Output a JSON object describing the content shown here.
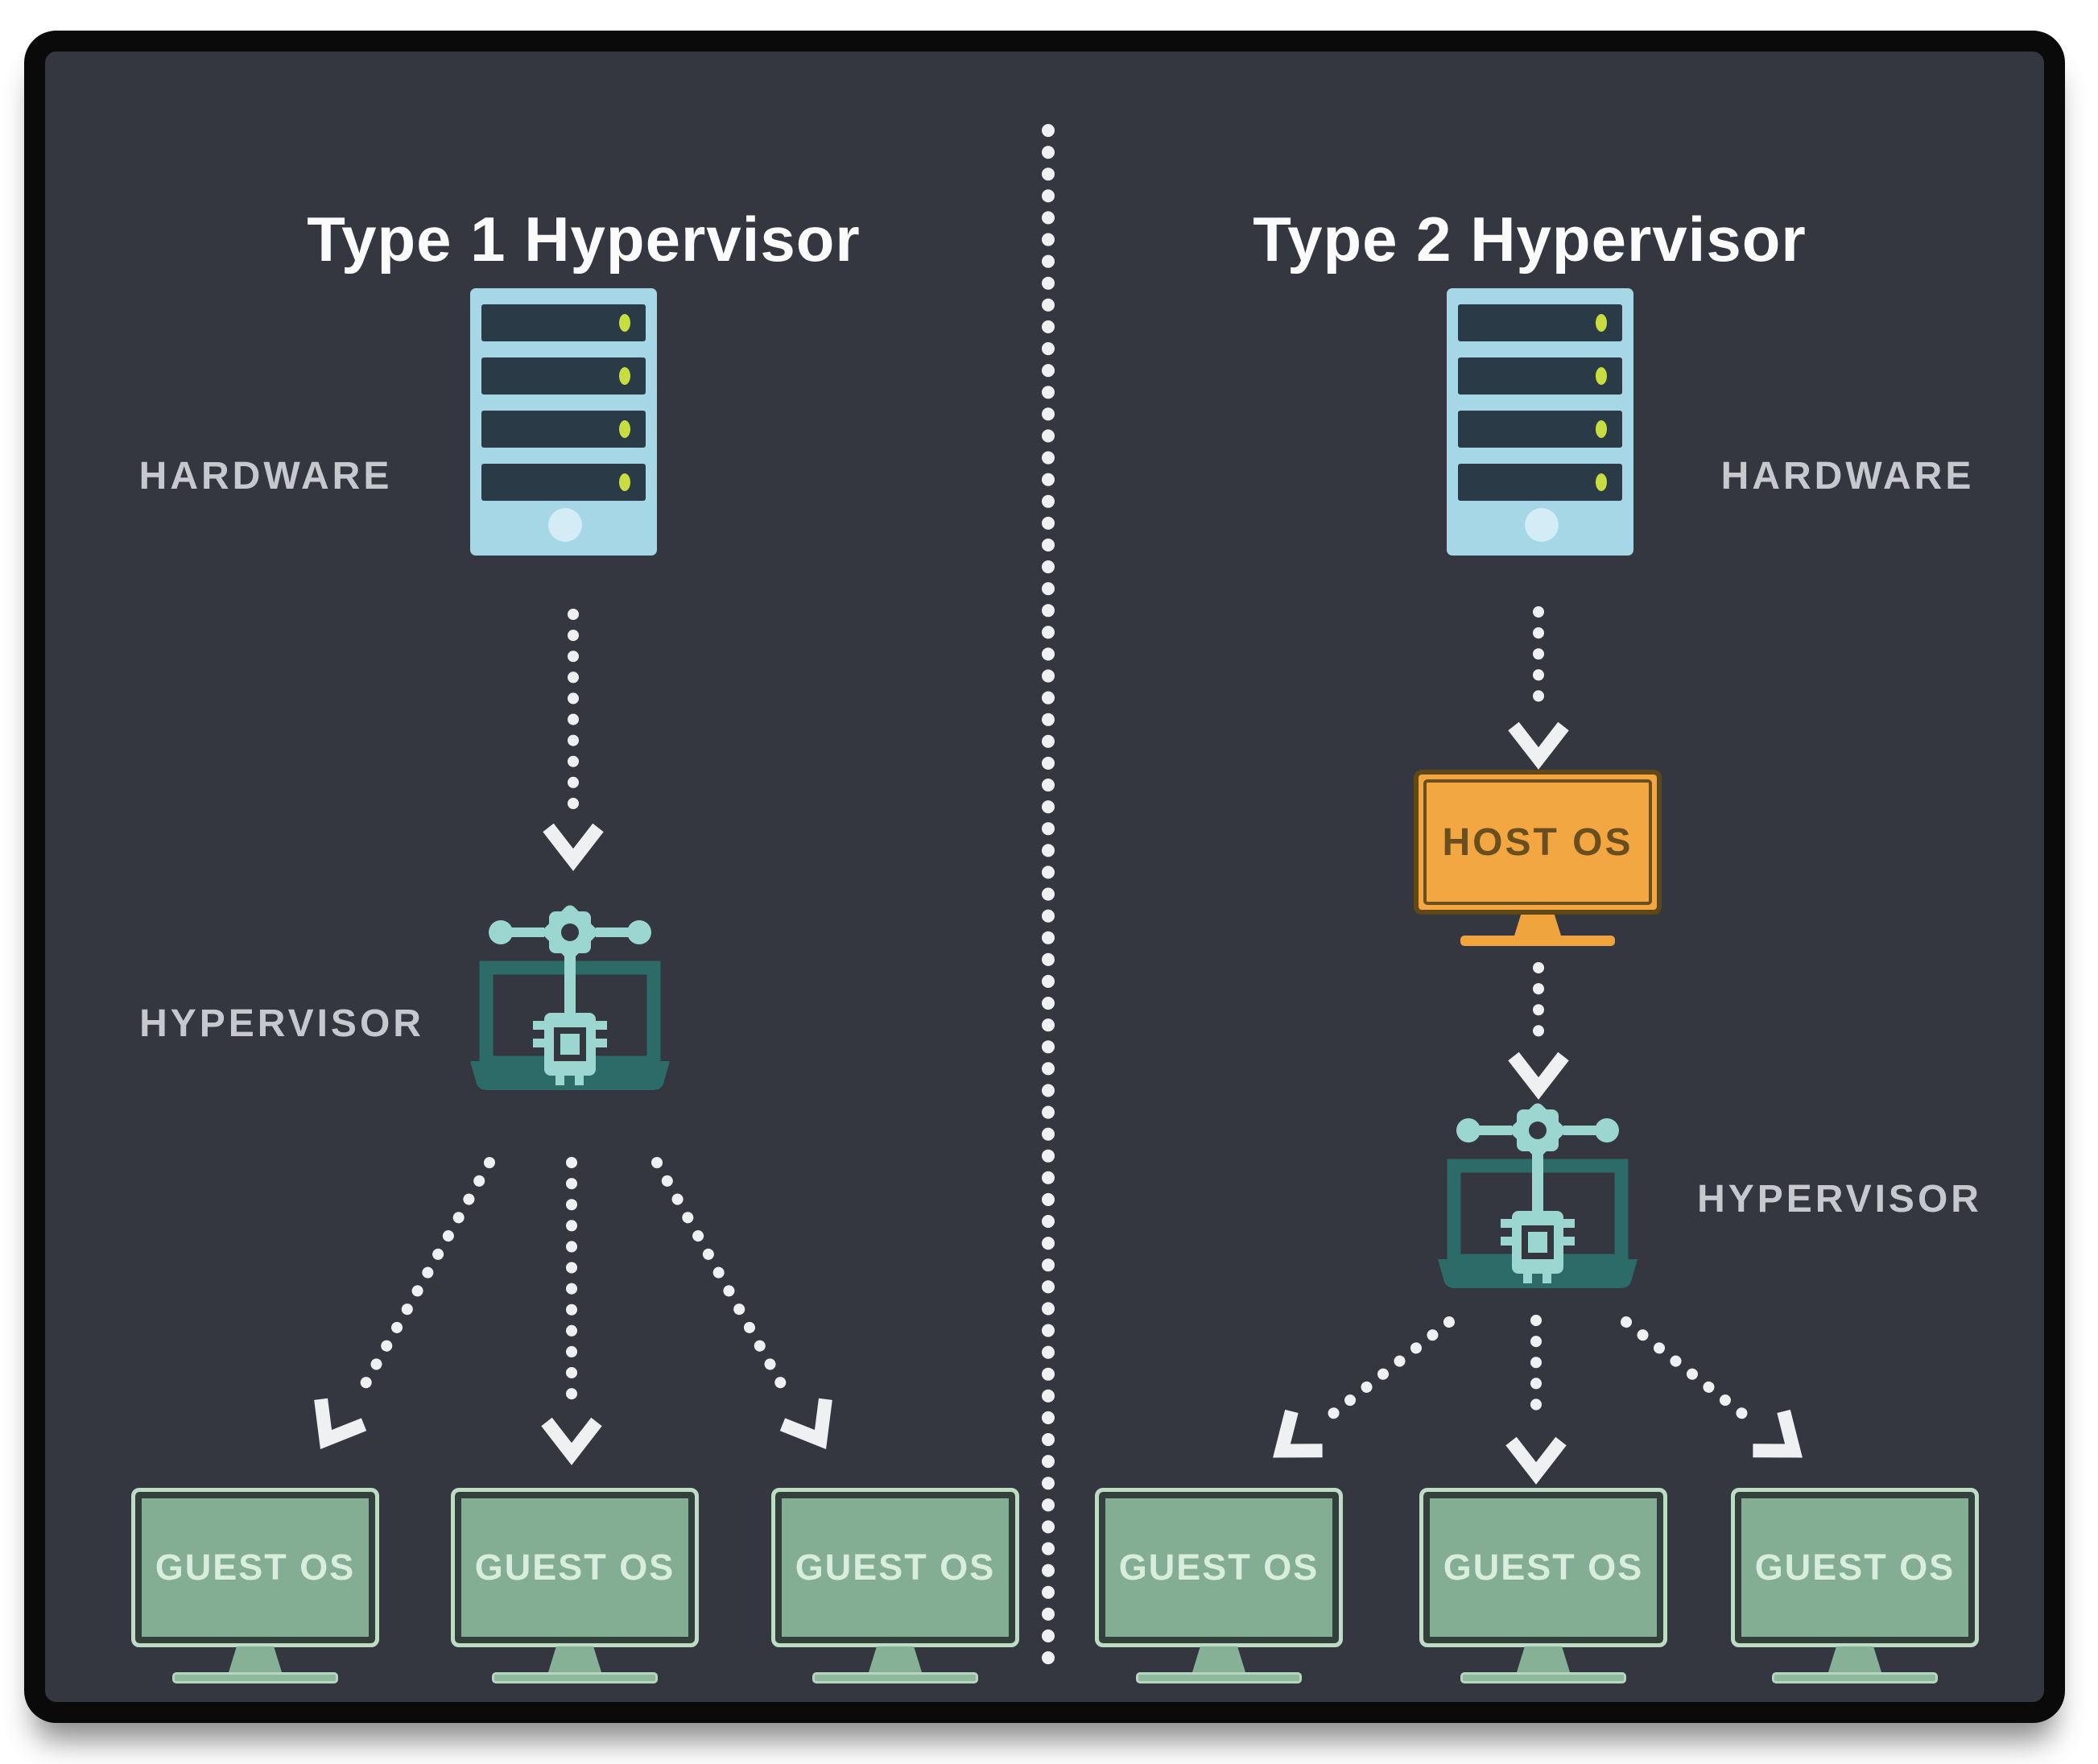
{
  "diagram": {
    "left_panel": {
      "title": "Type 1 Hypervisor",
      "hardware_label": "HARDWARE",
      "hypervisor_label": "HYPERVISOR",
      "guests": [
        "GUEST OS",
        "GUEST OS",
        "GUEST OS"
      ]
    },
    "right_panel": {
      "title": "Type 2 Hypervisor",
      "hardware_label": "HARDWARE",
      "host_os_label": "HOST OS",
      "hypervisor_label": "HYPERVISOR",
      "guests": [
        "GUEST OS",
        "GUEST OS",
        "GUEST OS"
      ]
    }
  },
  "icons": {
    "hardware": "server-tower-icon",
    "hypervisor": "laptop-circuit-icon",
    "host_os": "monitor-icon",
    "guest_os": "monitor-icon",
    "connector": "dotted-arrow",
    "divider": "dotted-divider-line"
  },
  "colors": {
    "page_background": "#ffffff",
    "frame_border": "#0a0a0a",
    "diagram_background": "#34373f",
    "title_text": "#fbfbfc",
    "label_text": "#c6c8cd",
    "arrow_dots": "#eef0f2",
    "server_body": "#a5d7e6",
    "server_slot": "#2b3a47",
    "server_led": "#c8dd3f",
    "server_power": "#d3ecf6",
    "hypervisor_dark_teal": "#2d6b68",
    "hypervisor_light_teal": "#9bd6d0",
    "host_os_fill": "#f2a743",
    "host_os_outline": "#5f4718",
    "host_os_text": "#6b4e1d",
    "guest_fill": "#84ae94",
    "guest_outline": "#bcdcc4",
    "guest_text": "#d8eddc"
  }
}
